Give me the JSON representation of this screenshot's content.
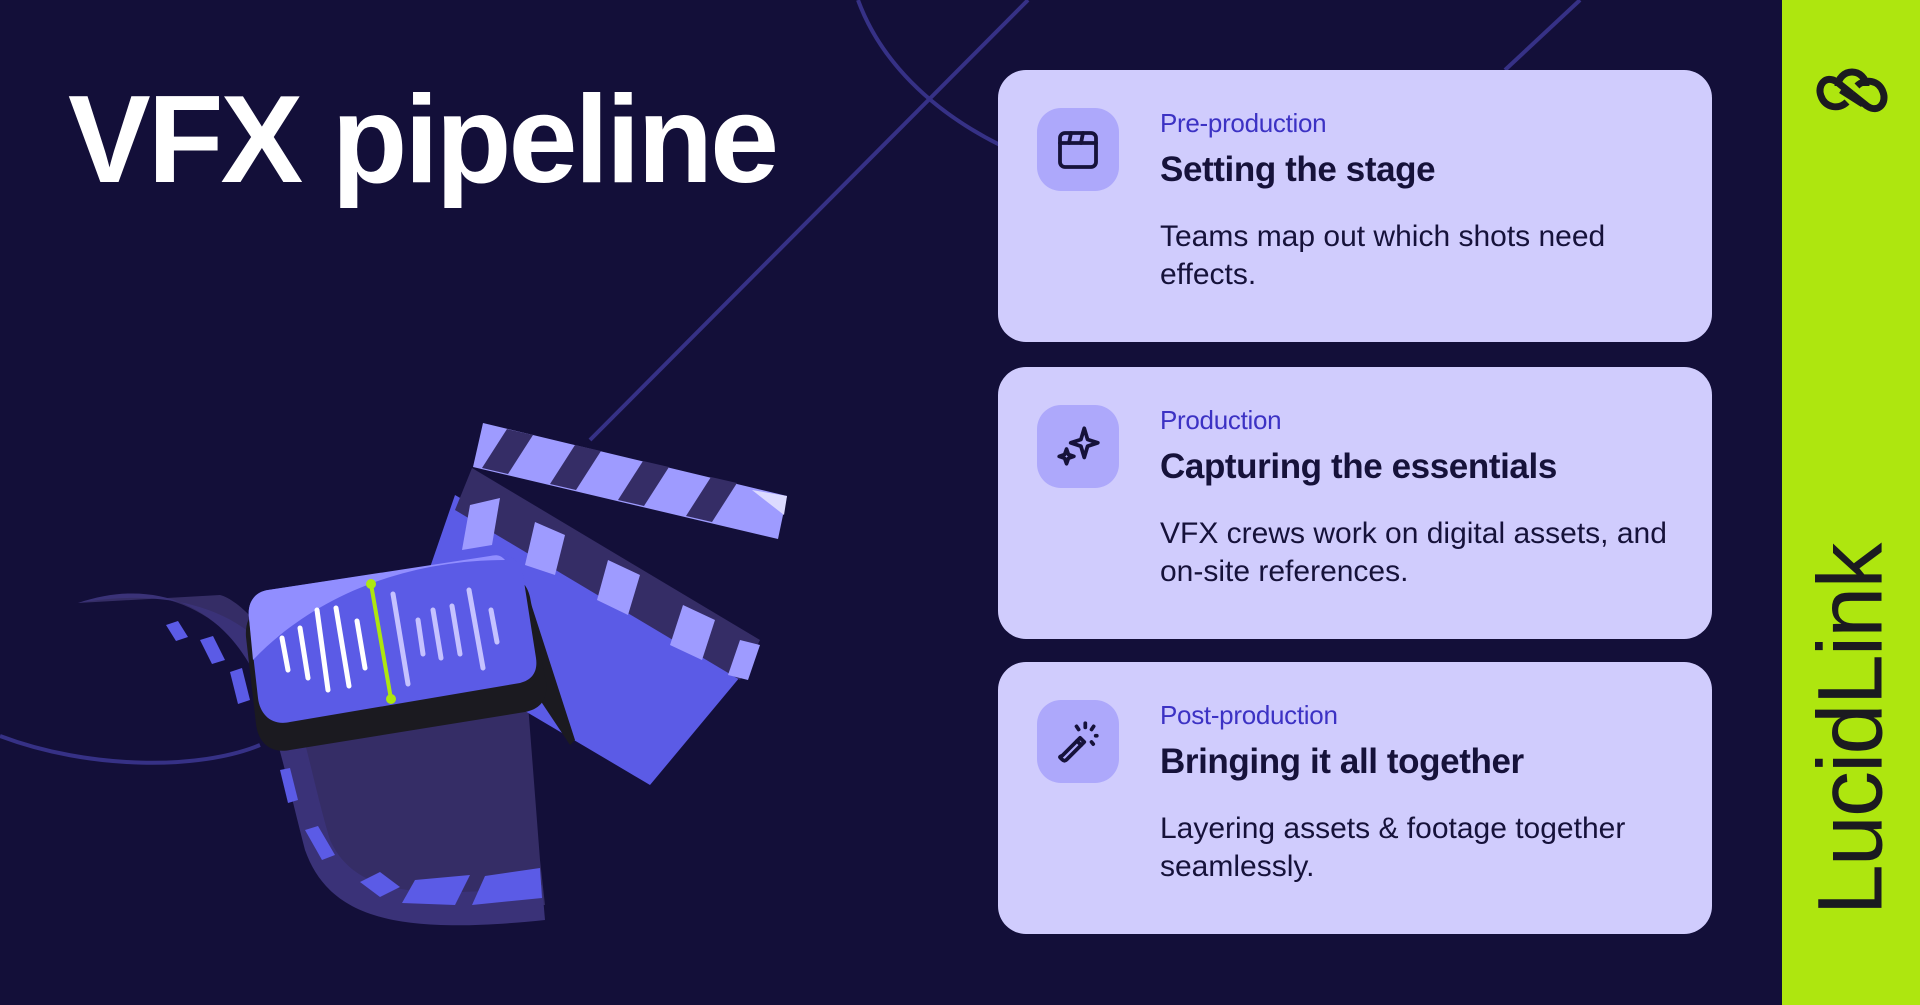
{
  "header": {
    "title": "VFX pipeline"
  },
  "colors": {
    "background": "#130f39",
    "line": "#363186",
    "card_bg": "#d0ccfd",
    "icon_box_bg": "#ada8fb",
    "label_color": "#3c32c4",
    "text_color": "#16123a",
    "brand_accent": "#aee60f",
    "illustration_primary": "#5b5be6",
    "illustration_light": "#9e9bff",
    "illustration_dark": "#352d66",
    "waveform_marker": "#aee60f"
  },
  "illustration": {
    "name": "clapperboard-and-film-strip-with-audio-waveform"
  },
  "stages": [
    {
      "icon": "clapperboard-icon",
      "label": "Pre-production",
      "heading": "Setting the stage",
      "description": "Teams map out which shots need effects."
    },
    {
      "icon": "sparkles-icon",
      "label": "Production",
      "heading": "Capturing the essentials",
      "description": "VFX crews work on digital assets, and on-site references."
    },
    {
      "icon": "magic-wand-icon",
      "label": "Post-production",
      "heading": "Bringing it all together",
      "description": "Layering assets & footage together seamlessly."
    }
  ],
  "sidebar": {
    "logo_icon": "lucidlink-logo-icon",
    "brand_name": "LucidLink"
  }
}
